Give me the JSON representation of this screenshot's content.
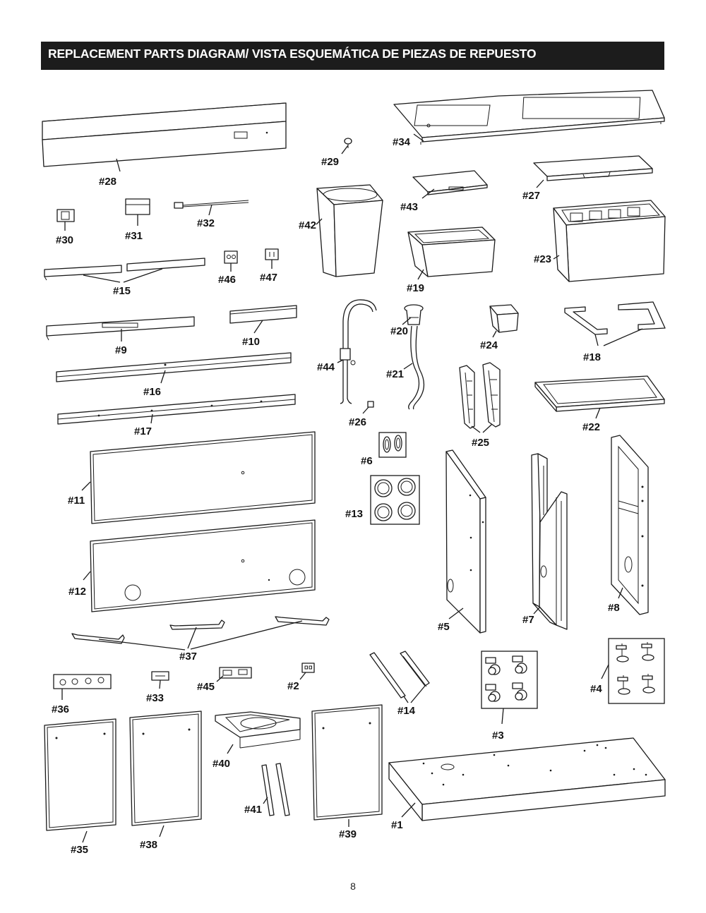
{
  "header": {
    "title": "REPLACEMENT PARTS DIAGRAM/ VISTA ESQUEMÁTICA DE PIEZAS DE REPUESTO"
  },
  "page_number": "8",
  "labels": {
    "p1": "#1",
    "p2": "#2",
    "p3": "#3",
    "p4": "#4",
    "p5": "#5",
    "p6": "#6",
    "p7": "#7",
    "p8": "#8",
    "p9": "#9",
    "p10": "#10",
    "p11": "#11",
    "p12": "#12",
    "p13": "#13",
    "p14": "#14",
    "p15": "#15",
    "p16": "#16",
    "p17": "#17",
    "p18": "#18",
    "p19": "#19",
    "p20": "#20",
    "p21": "#21",
    "p22": "#22",
    "p23": "#23",
    "p24": "#24",
    "p25": "#25",
    "p26": "#26",
    "p27": "#27",
    "p28": "#28",
    "p29": "#29",
    "p30": "#30",
    "p31": "#31",
    "p32": "#32",
    "p33": "#33",
    "p34": "#34",
    "p35": "#35",
    "p36": "#36",
    "p37": "#37",
    "p38": "#38",
    "p39": "#39",
    "p40": "#40",
    "p41": "#41",
    "p42": "#42",
    "p43": "#43",
    "p44": "#44",
    "p45": "#45",
    "p46": "#46",
    "p47": "#47"
  }
}
